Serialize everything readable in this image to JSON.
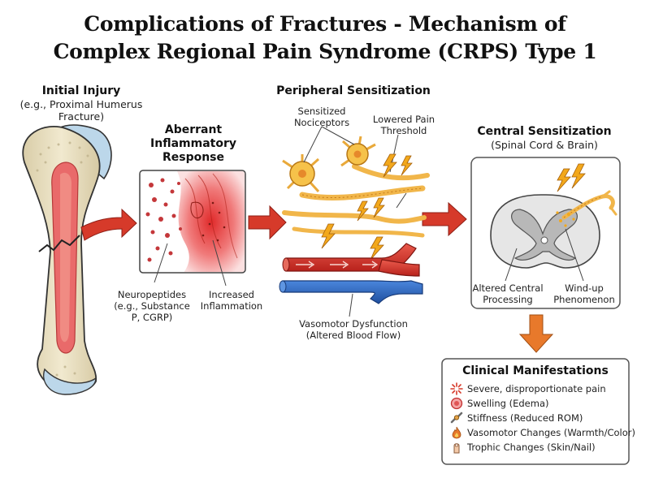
{
  "title": {
    "line1": "Complications of Fractures - Mechanism of",
    "line2": "Complex Regional Pain Syndrome (CRPS) Type 1"
  },
  "initial_injury": {
    "heading": "Initial Injury",
    "sub_line1": "(e.g., Proximal Humerus",
    "sub_line2": "Fracture)"
  },
  "inflammatory": {
    "heading_line1": "Aberrant",
    "heading_line2": "Inflammatory",
    "heading_line3": "Response",
    "neuropeptides_line1": "Neuropeptides",
    "neuropeptides_line2": "(e.g., Substance",
    "neuropeptides_line3": "P, CGRP)",
    "inflammation_line1": "Increased",
    "inflammation_line2": "Inflammation"
  },
  "peripheral": {
    "heading": "Peripheral Sensitization",
    "nociceptors_line1": "Sensitized",
    "nociceptors_line2": "Nociceptors",
    "threshold_line1": "Lowered Pain",
    "threshold_line2": "Threshold",
    "vasomotor_line1": "Vasomotor Dysfunction",
    "vasomotor_line2": "(Altered Blood Flow)"
  },
  "central": {
    "heading": "Central Sensitization",
    "sub": "(Spinal Cord & Brain)",
    "altered_line1": "Altered Central",
    "altered_line2": "Processing",
    "windup_line1": "Wind-up",
    "windup_line2": "Phenomenon"
  },
  "clinical": {
    "heading": "Clinical Manifestations",
    "items": [
      {
        "icon": "pain-burst-icon",
        "text": "Severe, disproportionate pain"
      },
      {
        "icon": "swelling-icon",
        "text": "Swelling (Edema)"
      },
      {
        "icon": "stiffness-joint-icon",
        "text": "Stiffness (Reduced ROM)"
      },
      {
        "icon": "flame-icon",
        "text": "Vasomotor Changes (Warmth/Color)"
      },
      {
        "icon": "skin-nail-icon",
        "text": "Trophic Changes (Skin/Nail)"
      }
    ]
  },
  "colors": {
    "arrow_red": "#d63a2a",
    "arrow_orange": "#e8792b",
    "bone": "#ece3c4",
    "marrow": "#e96a6a",
    "cartilage": "#bcd7ea",
    "artery": "#d8342c",
    "vein": "#2f6bc4",
    "nerve": "#f1b64a",
    "bolt": "#f2a81c"
  }
}
